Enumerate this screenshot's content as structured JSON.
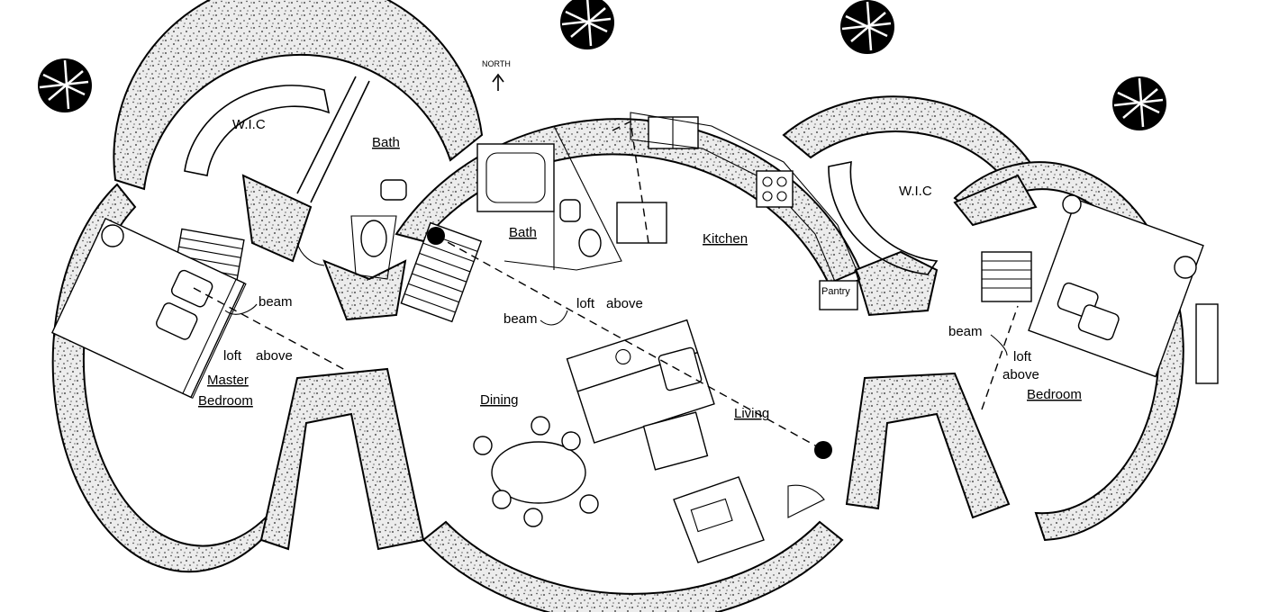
{
  "plan": {
    "north_label": "NORTH",
    "rooms": {
      "master_wic": "W.I.C",
      "master_bath": "Bath",
      "bath": "Bath",
      "kitchen": "Kitchen",
      "pantry": "Pantry",
      "wic": "W.I.C",
      "master_line1": "Master",
      "master_line2": "Bedroom",
      "dining": "Dining",
      "living": "Living",
      "bedroom": "Bedroom"
    },
    "notes": {
      "beam_left": "beam",
      "loft_left_1": "loft",
      "loft_left_2": "above",
      "beam_center": "beam",
      "loft_center_1": "loft",
      "loft_center_2": "above",
      "beam_right": "beam",
      "loft_right_1": "loft",
      "loft_right_2": "above"
    },
    "colors": {
      "line": "#000000",
      "background": "#ffffff",
      "wall_fill": "#ececec"
    }
  }
}
